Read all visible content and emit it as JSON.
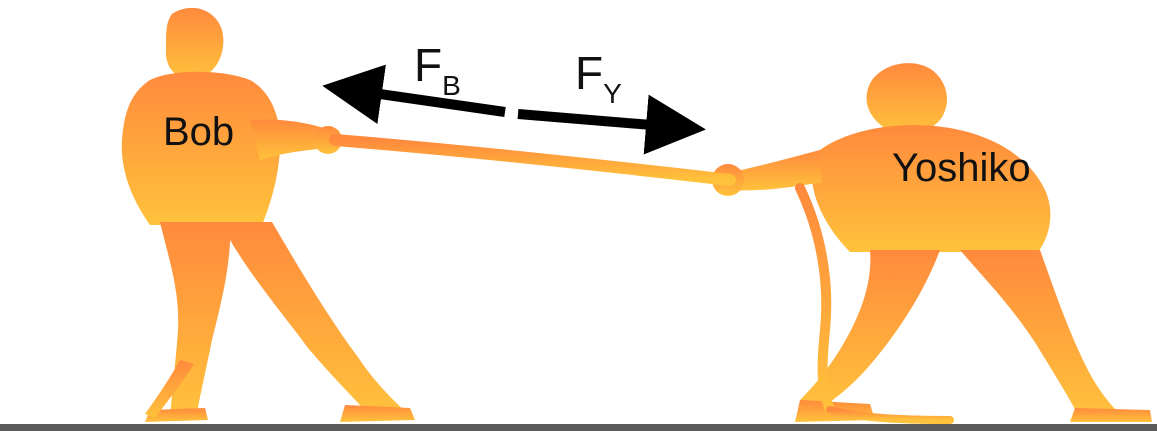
{
  "figure": {
    "people": {
      "left_name": "Bob",
      "right_name": "Yoshiko"
    },
    "forces": {
      "left": {
        "symbol": "F",
        "subscript": "B"
      },
      "right": {
        "symbol": "F",
        "subscript": "Y"
      }
    },
    "colors": {
      "silhouette_top": "#ff8a3d",
      "silhouette_bottom": "#ffc23c",
      "arrow": "#000000",
      "ground": "#5a5a5a"
    }
  }
}
